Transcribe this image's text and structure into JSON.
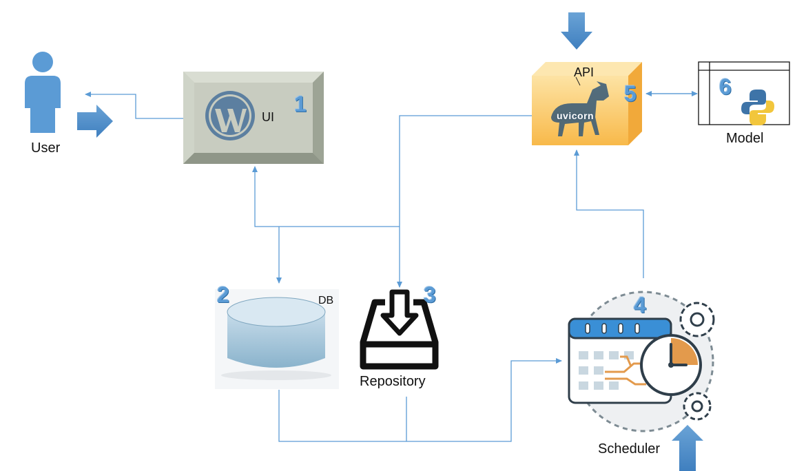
{
  "nodes": {
    "user": {
      "label": "User"
    },
    "ui": {
      "label": "UI",
      "number": "1"
    },
    "db": {
      "label": "DB",
      "number": "2"
    },
    "repository": {
      "label": "Repository",
      "number": "3"
    },
    "scheduler": {
      "label": "Scheduler",
      "number": "4"
    },
    "api": {
      "label": "API",
      "number": "5",
      "logo_text": "uvicorn"
    },
    "model": {
      "label": "Model",
      "number": "6"
    }
  },
  "icons": {
    "user": "person-icon",
    "ui": "wordpress-icon",
    "db": "database-icon",
    "repository": "download-tray-icon",
    "scheduler": "calendar-clock-icon",
    "api": "unicorn-logo",
    "model": "python-icon"
  },
  "connections": [
    {
      "from": "ui",
      "to": "user",
      "arrow": "to-user"
    },
    {
      "from": "user",
      "to": "ui",
      "arrow": "input"
    },
    {
      "from": "db",
      "to": "ui",
      "arrow": "to-ui"
    },
    {
      "from": "ui",
      "to": "db",
      "arrow": "to-db"
    },
    {
      "from": "api",
      "to": "repository",
      "arrow": "to-repository"
    },
    {
      "from": "db",
      "to": "scheduler",
      "arrow": "to-scheduler"
    },
    {
      "from": "repository",
      "to": "scheduler",
      "arrow": "to-scheduler"
    },
    {
      "from": "scheduler",
      "to": "api",
      "arrow": "to-api"
    },
    {
      "from": "api",
      "to": "model",
      "arrow": "bidirectional"
    }
  ],
  "colors": {
    "accent": "#5b9bd5",
    "line": "#5b9bd5",
    "api_box": "#fbc96a",
    "ui_box": "#c8ccc0"
  }
}
